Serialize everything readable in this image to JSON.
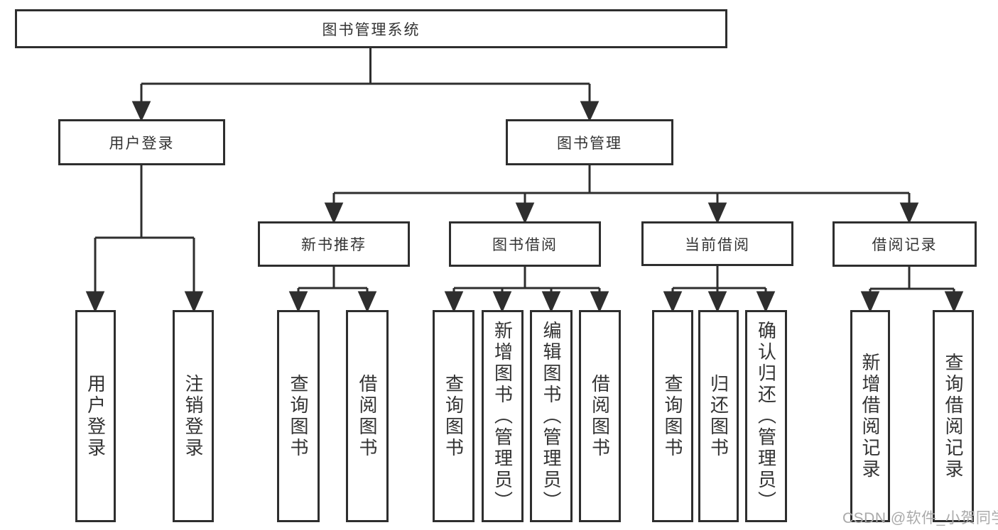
{
  "diagram": {
    "root": "图书管理系统",
    "branches": {
      "user": {
        "label": "用户登录",
        "leaves": [
          "用户登录",
          "注销登录"
        ]
      },
      "books": {
        "label": "图书管理",
        "groups": [
          {
            "label": "新书推荐",
            "leaves": [
              "查询图书",
              "借阅图书"
            ]
          },
          {
            "label": "图书借阅",
            "leaves": [
              "查询图书",
              "新增图书（管理员）",
              "编辑图书（管理员）",
              "借阅图书"
            ]
          },
          {
            "label": "当前借阅",
            "leaves": [
              "查询图书",
              "归还图书",
              "确认归还（管理员）"
            ]
          },
          {
            "label": "借阅记录",
            "leaves": [
              "新增借阅记录",
              "查询借阅记录"
            ]
          }
        ]
      }
    },
    "watermark": "CSDN @软件_小贺同学",
    "colors": {
      "line": "#2e2e2e",
      "text": "#333333",
      "watermark": "#aaaaaa",
      "background": "#ffffff"
    }
  }
}
